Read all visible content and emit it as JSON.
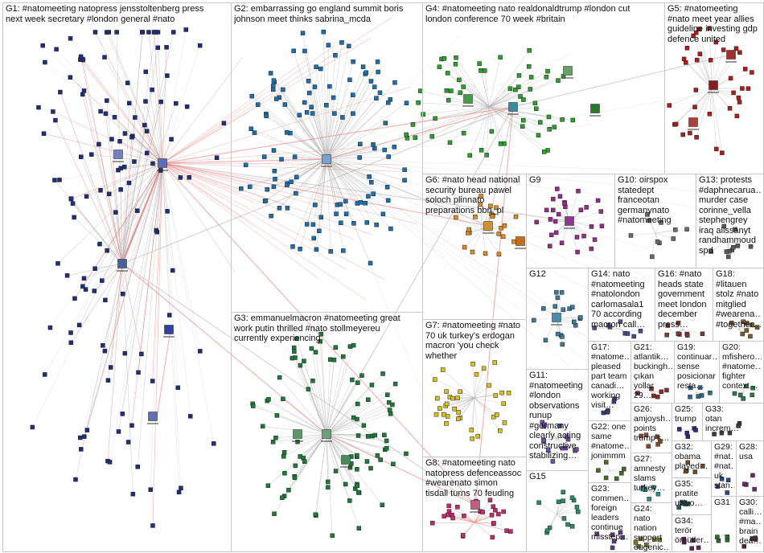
{
  "groups": [
    {
      "id": "G1",
      "label": "G1: #natomeeting natopress jensstoltenberg press\nnext week secretary #london general #nato",
      "color": "#1f2d7a"
    },
    {
      "id": "G2",
      "label": "G2: embarrassing go england summit boris\njohnson meet thinks sabrina_mcda",
      "color": "#1a6fb0"
    },
    {
      "id": "G3",
      "label": "G3: emmanuelmacron #natomeeting great\nwork putin thrilled #nato stollmeyereu\ncurrently experiencing",
      "color": "#1e7a3a"
    },
    {
      "id": "G4",
      "label": "G4: #natomeeting nato realdonaldtrump #london cut\nlondon conference 70 week #britain",
      "color": "#2ca02c"
    },
    {
      "id": "G5",
      "label": "G5: #natomeeting\n#nato meet year allies\nguideline investing gdp\ndefence united",
      "color": "#b01c1c"
    },
    {
      "id": "G6",
      "label": "G6: #nato head national\nsecurity bureau pawel\nsoloch plinnato\npreparations bbn_pl",
      "color": "#e08a1e"
    },
    {
      "id": "G7",
      "label": "G7: #natomeeting #nato\n70 uk turkey's erdogan\nmacron 'you check\nwhether",
      "color": "#d6c21a"
    },
    {
      "id": "G8",
      "label": "G8: #natomeeting nato\nnatopress defenceassoc\n#wearenato simon\ntisdall turns 70 feuding",
      "color": "#c22a6a"
    },
    {
      "id": "G9",
      "label": "G9",
      "color": "#9a2a8a"
    },
    {
      "id": "G10",
      "label": "G10: oirspox\nstatedept\nfranceotan\ngermanynato\n#natomeeting",
      "color": "#6a6a6a"
    },
    {
      "id": "G11",
      "label": "G11:\n#natomeeting\n#london\nobservations\nrunup\n#germany\nclearly acting\nconstructive\nstabilizing…",
      "color": "#6b4ea8"
    },
    {
      "id": "G12",
      "label": "G12",
      "color": "#3a7a9a"
    },
    {
      "id": "G13",
      "label": "G13: protests\n#daphnecarua…\nmurder case\ncorinne_vella\nstephengrey\niraq alissanyt\nrandhammoud\nspd",
      "color": "#5a5a5a"
    },
    {
      "id": "G14",
      "label": "G14: nato\n#natomeeting\n#natolondon\ncarlomasala1\n70 according\nmacron call…",
      "color": "#4a4a8a"
    },
    {
      "id": "G15",
      "label": "G15",
      "color": "#2a8a6a"
    },
    {
      "id": "G16",
      "label": "G16: #nato\nheads state\ngovernment\nmeet london\ndecember\npress…",
      "color": "#7a3a3a"
    },
    {
      "id": "G17",
      "label": "G17:\n#natome…\npleased\npart team\ncanadi…\nworking\nvisit…",
      "color": "#3a3a7a"
    },
    {
      "id": "G18",
      "label": "G18:\n#litauen\nstolz #nato\nmitglied\n#wearena…\n#together…",
      "color": "#7a5a2a"
    },
    {
      "id": "G19",
      "label": "G19:\ncontinuar…\nsense\nposicionar\nresta…",
      "color": "#2a6a8a"
    },
    {
      "id": "G20",
      "label": "G20:\nmfishero…\n#natome…\nfighter\ncontext…",
      "color": "#2a7a4a"
    },
    {
      "id": "G21",
      "label": "G21:\natlantik…\nbuckingh…\nçıkan\nyollar 29…",
      "color": "#8a2a2a"
    },
    {
      "id": "G22",
      "label": "G22: one\nsame\n#natome…\njonimmm",
      "color": "#4a6a2a"
    },
    {
      "id": "G23",
      "label": "G23:\ncommen…\nforeign\nleaders\ncontinue\nmisstep…",
      "color": "#5a3a7a"
    },
    {
      "id": "G24",
      "label": "G24: nato\nnation\nsupport\neugenic…",
      "color": "#7a7a2a"
    },
    {
      "id": "G25",
      "label": "G25: trump",
      "color": "#2a2a8a"
    },
    {
      "id": "G26",
      "label": "G26:\namjoysh…\npoints\ntrump's…",
      "color": "#8a4a2a"
    },
    {
      "id": "G27",
      "label": "G27:\namnesty\nslams\nturkey…",
      "color": "#2a8a8a"
    },
    {
      "id": "G28",
      "label": "G28:\nusa",
      "color": "#6a2a6a"
    },
    {
      "id": "G29",
      "label": "G29:\n#nat…\n#nat…\nuk\nstan…",
      "color": "#2a4a8a"
    },
    {
      "id": "G30",
      "label": "G30:\ncalli…\n#ma…\nbrain\ndea…",
      "color": "#4a2a2a"
    },
    {
      "id": "G31",
      "label": "G31",
      "color": "#2a6a2a"
    },
    {
      "id": "G32",
      "label": "G32:\nobama\nplayed…",
      "color": "#6a4a2a"
    },
    {
      "id": "G33",
      "label": "G33:\notan\nincrem…",
      "color": "#3a3a3a"
    },
    {
      "id": "G34",
      "label": "G34:\nterör\nörgütler…",
      "color": "#5a2a5a"
    },
    {
      "id": "G35",
      "label": "G35:\npratite\nuživo…",
      "color": "#2a5a5a"
    }
  ],
  "colors": {
    "edge_gray": "#b5b5b5",
    "edge_red": "#e87a7a",
    "panel_border": "#c8c8c8"
  }
}
